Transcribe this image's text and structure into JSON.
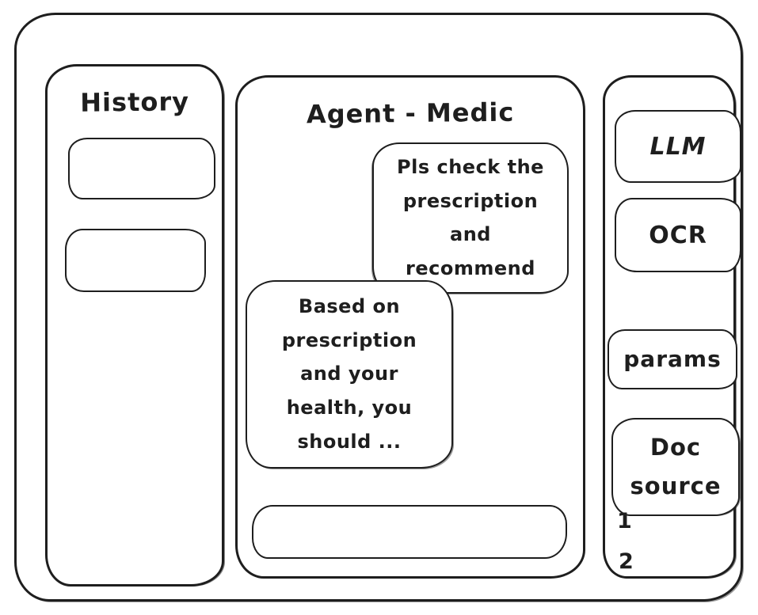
{
  "colors": {
    "ink": "#1e1e1e",
    "background": "#ffffff"
  },
  "history": {
    "title": "History",
    "items": [
      {
        "label": ""
      },
      {
        "label": ""
      }
    ]
  },
  "chat": {
    "title": "Agent - Medic",
    "messages": [
      {
        "role": "user",
        "text": "Pls check the prescription and recommend"
      },
      {
        "role": "assistant",
        "text": "Based on prescription and your health, you should ..."
      }
    ],
    "input": {
      "value": "",
      "placeholder": ""
    }
  },
  "tools": {
    "buttons": [
      {
        "label": "LLM"
      },
      {
        "label": "OCR"
      },
      {
        "label": "params"
      },
      {
        "label": "Doc source"
      }
    ],
    "doc_items": [
      "1",
      "2"
    ]
  }
}
